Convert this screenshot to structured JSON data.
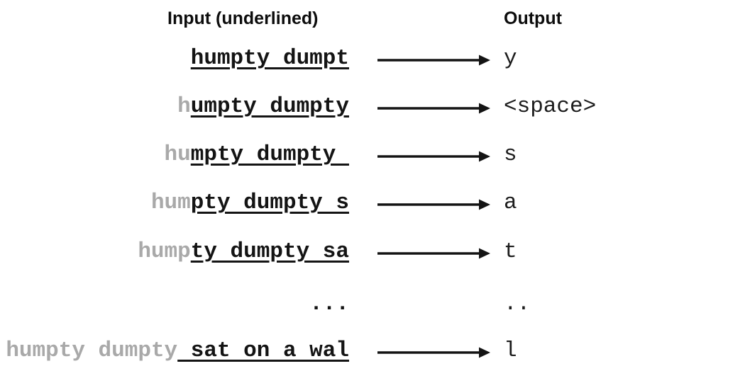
{
  "header": {
    "input_label": "Input (underlined)",
    "output_label": "Output"
  },
  "colors": {
    "text_black": "#141414",
    "text_gray": "#a9a9a9",
    "arrow": "#141414"
  },
  "sequence_full_text": "humpty dumpty sat on a wall",
  "rows": [
    {
      "prefix_gray": "",
      "underlined": "humpty dumpt",
      "plain": "",
      "has_arrow": true,
      "output": "y"
    },
    {
      "prefix_gray": "h",
      "underlined": "umpty dumpty",
      "plain": "",
      "has_arrow": true,
      "output": "<space>"
    },
    {
      "prefix_gray": "hu",
      "underlined": "mpty dumpty ",
      "plain": "",
      "has_arrow": true,
      "output": "s"
    },
    {
      "prefix_gray": "hum",
      "underlined": "pty dumpty s",
      "plain": "",
      "has_arrow": true,
      "output": "a"
    },
    {
      "prefix_gray": "hump",
      "underlined": "ty dumpty sa",
      "plain": "",
      "has_arrow": true,
      "output": "t"
    },
    {
      "prefix_gray": "",
      "underlined": "",
      "plain": "...",
      "has_arrow": false,
      "output": ".."
    },
    {
      "prefix_gray": "humpty dumpty",
      "underlined": " sat on a wal",
      "plain": "",
      "has_arrow": true,
      "output": "l"
    }
  ]
}
